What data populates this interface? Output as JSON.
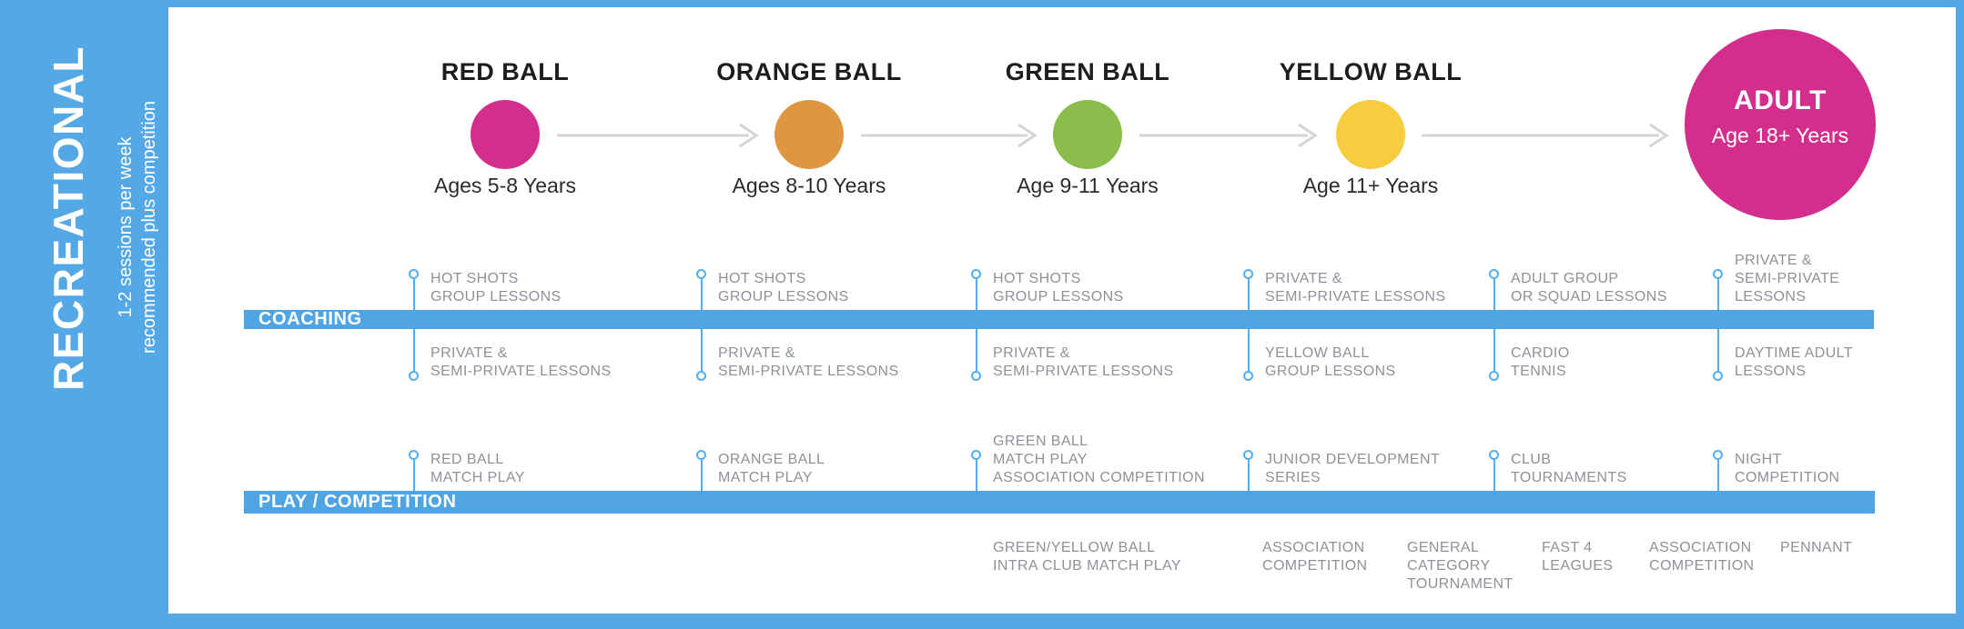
{
  "sidebar": {
    "title": "RECREATIONAL",
    "subtitle_lines": [
      "1-2 sessions per week",
      "recommended plus competition"
    ]
  },
  "stages": [
    {
      "title": "RED BALL",
      "age": "Ages 5-8 Years",
      "color": "#D42E8C"
    },
    {
      "title": "ORANGE BALL",
      "age": "Ages 8-10 Years",
      "color": "#DE9640"
    },
    {
      "title": "GREEN BALL",
      "age": "Age 9-11 Years",
      "color": "#8ABD4B"
    },
    {
      "title": "YELLOW BALL",
      "age": "Age 11+ Years",
      "color": "#F5CD3F"
    },
    {
      "title": "ADULT",
      "age": "Age 18+ Years",
      "color": "#D42E8C"
    }
  ],
  "bands": {
    "coaching_label": "COACHING",
    "play_label": "PLAY / COMPETITION"
  },
  "coaching_columns": [
    {
      "above": [
        "HOT SHOTS",
        "GROUP LESSONS"
      ],
      "below": [
        "PRIVATE &",
        "SEMI-PRIVATE LESSONS"
      ]
    },
    {
      "above": [
        "HOT SHOTS",
        "GROUP LESSONS"
      ],
      "below": [
        "PRIVATE &",
        "SEMI-PRIVATE LESSONS"
      ]
    },
    {
      "above": [
        "HOT SHOTS",
        "GROUP LESSONS"
      ],
      "below": [
        "PRIVATE &",
        "SEMI-PRIVATE LESSONS"
      ]
    },
    {
      "above": [
        "PRIVATE &",
        "SEMI-PRIVATE LESSONS"
      ],
      "below": [
        "YELLOW BALL",
        "GROUP LESSONS"
      ]
    },
    {
      "above": [
        "ADULT GROUP",
        "OR SQUAD LESSONS"
      ],
      "below": [
        "CARDIO",
        "TENNIS"
      ]
    },
    {
      "above": [
        "PRIVATE &",
        "SEMI-PRIVATE",
        "LESSONS"
      ],
      "below": [
        "DAYTIME ADULT",
        "LESSONS"
      ]
    }
  ],
  "play_columns": [
    {
      "above": [
        "RED BALL",
        "MATCH PLAY"
      ]
    },
    {
      "above": [
        "ORANGE BALL",
        "MATCH PLAY"
      ]
    },
    {
      "above": [
        "GREEN BALL",
        "MATCH PLAY",
        "ASSOCIATION COMPETITION"
      ]
    },
    {
      "above": [
        "JUNIOR DEVELOPMENT",
        "SERIES"
      ]
    },
    {
      "above": [
        "CLUB",
        "TOURNAMENTS"
      ]
    },
    {
      "above": [
        "NIGHT",
        "COMPETITION"
      ]
    }
  ],
  "play_bottom_items": [
    {
      "lines": [
        "GREEN/YELLOW BALL",
        "INTRA CLUB MATCH PLAY"
      ]
    },
    {
      "lines": [
        "ASSOCIATION",
        "COMPETITION"
      ]
    },
    {
      "lines": [
        "GENERAL",
        "CATEGORY",
        "TOURNAMENT"
      ]
    },
    {
      "lines": [
        "FAST 4",
        "LEAGUES"
      ]
    },
    {
      "lines": [
        "ASSOCIATION",
        "COMPETITION"
      ]
    },
    {
      "lines": [
        "PENNANT"
      ]
    }
  ],
  "colors": {
    "frame_blue": "#55A8E6",
    "band_blue": "#4FA5E3",
    "connector_blue": "#52AEEF",
    "item_text_gray": "#8D9298",
    "arrow_gray": "#D4D4D4"
  }
}
